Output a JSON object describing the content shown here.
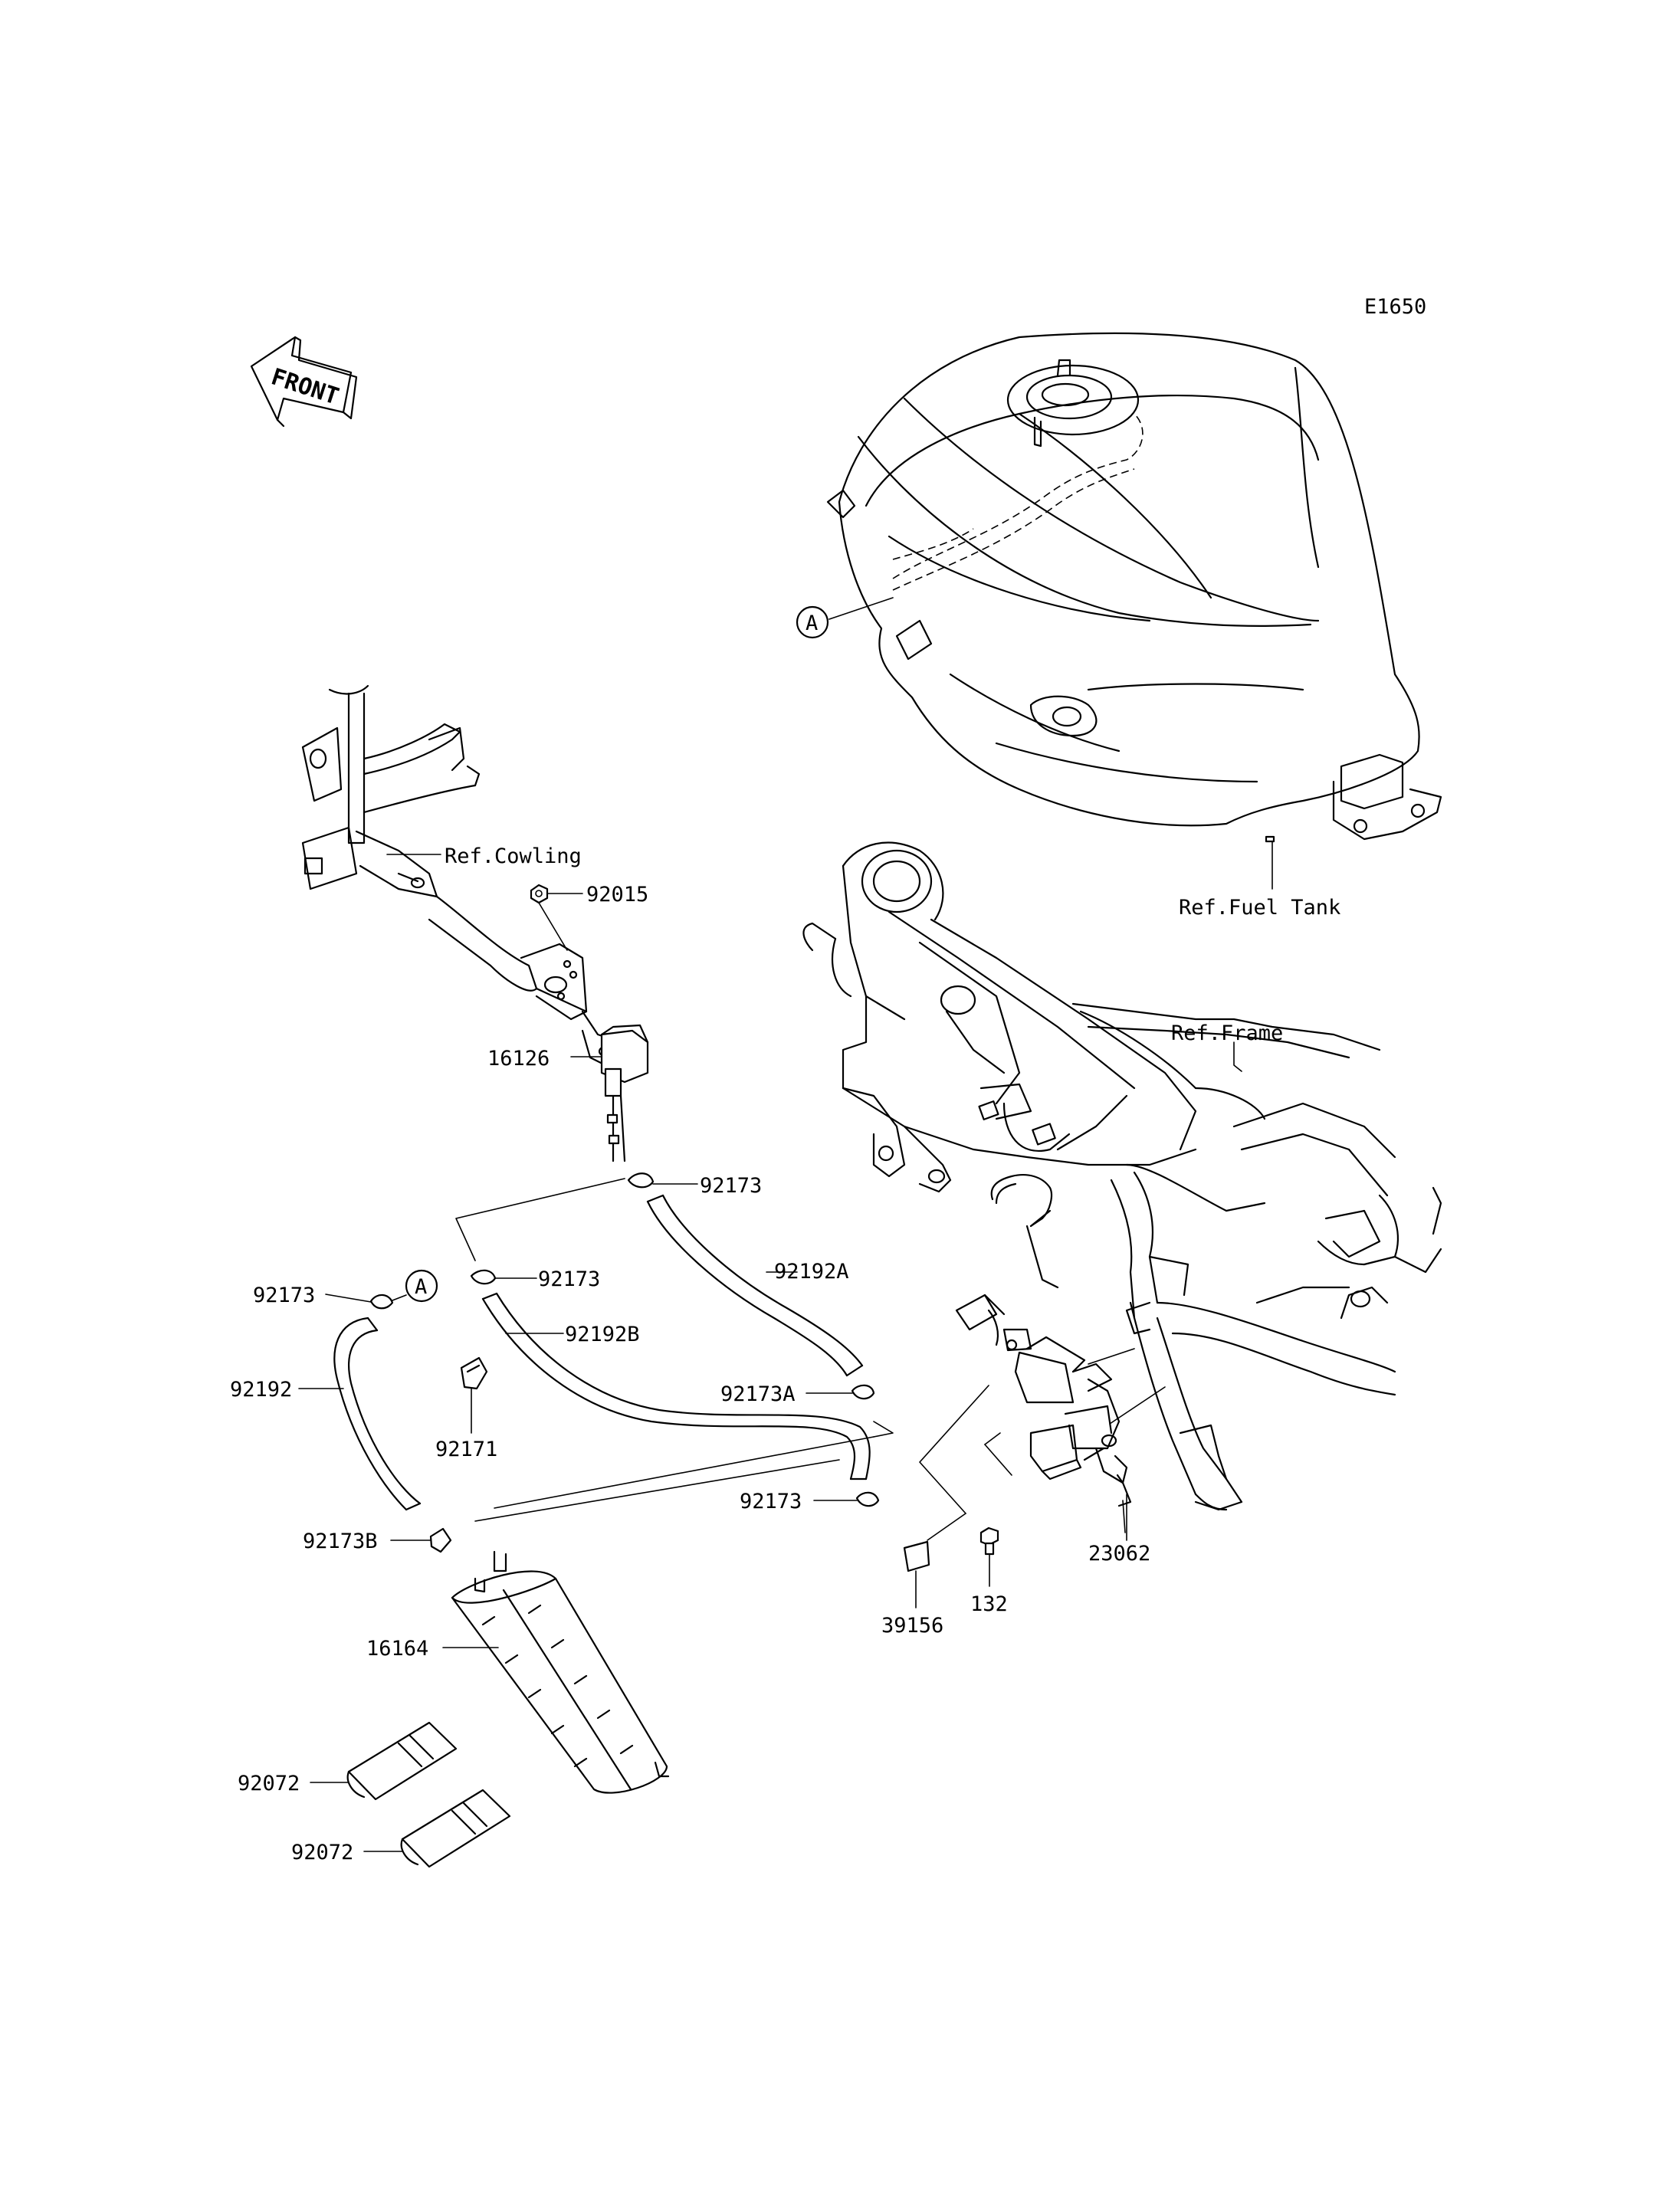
{
  "diagram_code": "E1650",
  "front_arrow": {
    "label": "FRONT",
    "icon": "front-direction-arrow-icon"
  },
  "references": {
    "cowling": "Ref.Cowling",
    "fuel_tank": "Ref.Fuel Tank",
    "frame": "Ref.Frame"
  },
  "connector_marker": "A",
  "parts": {
    "p92015": "92015",
    "p16126": "16126",
    "p92173_top": "92173",
    "p92192A": "92192A",
    "p92173_mid": "92173",
    "p92192B": "92192B",
    "p92173_left": "92173",
    "p92192": "92192",
    "p92171": "92171",
    "p92173A": "92173A",
    "p92173_low": "92173",
    "p92173B": "92173B",
    "p16164": "16164",
    "p92072_a": "92072",
    "p92072_b": "92072",
    "p39156": "39156",
    "p132": "132",
    "p23062": "23062"
  }
}
